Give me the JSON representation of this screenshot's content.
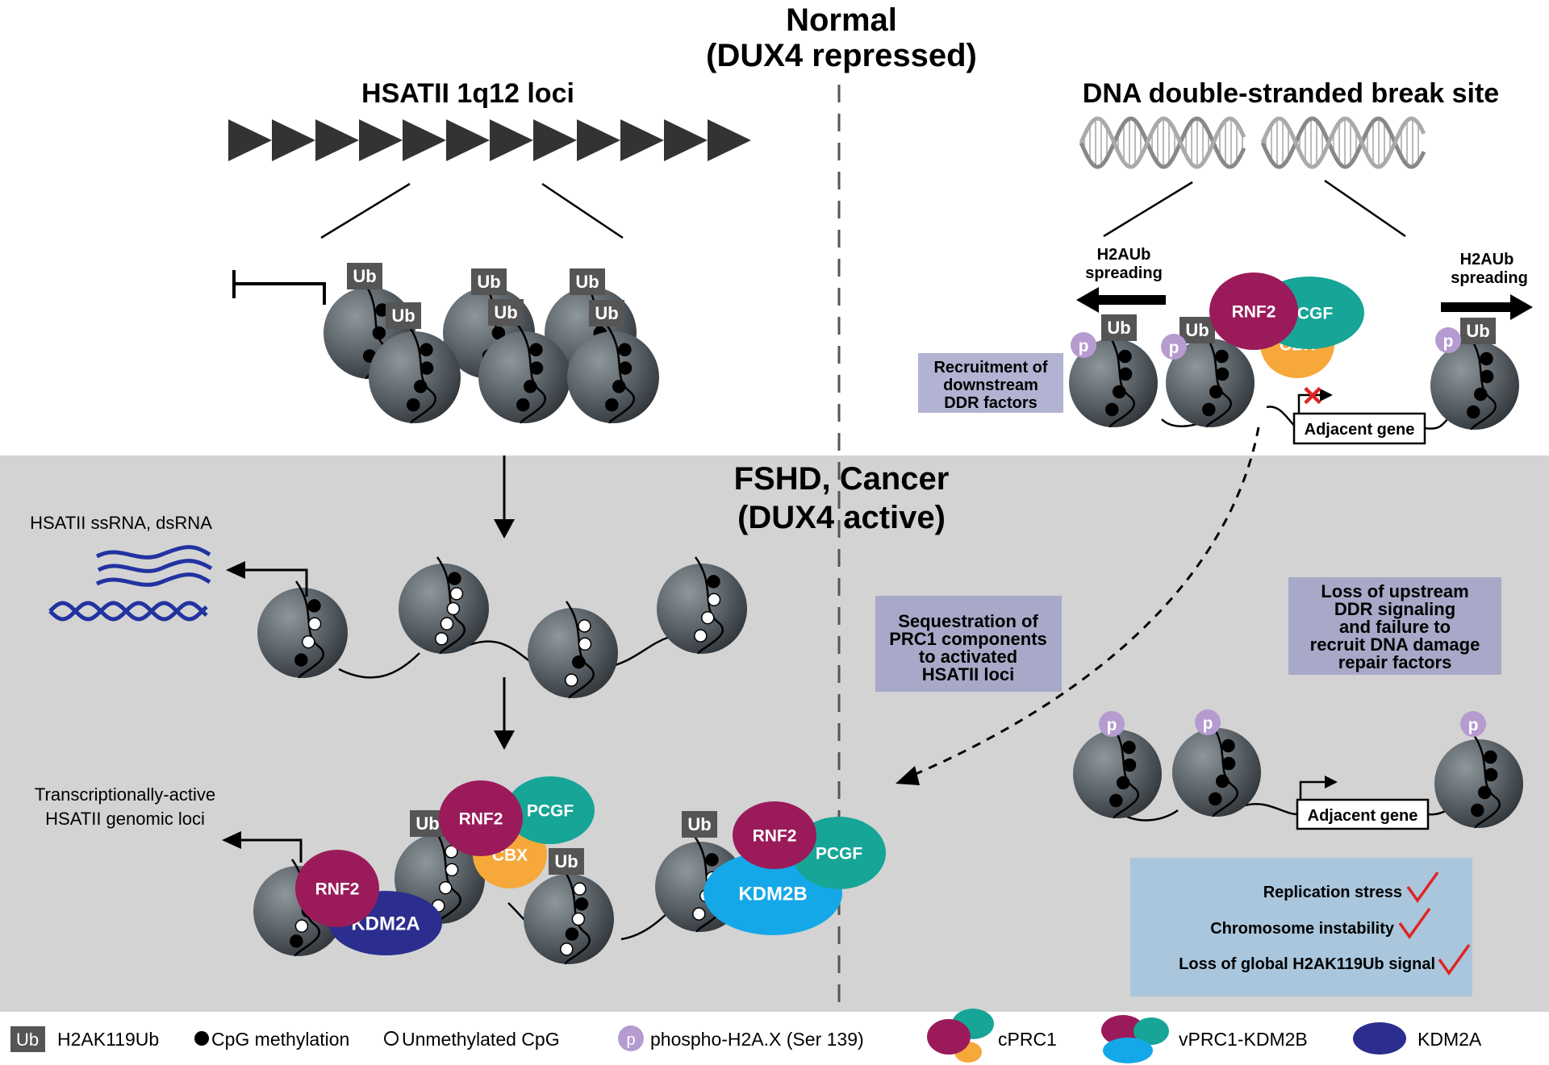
{
  "titles": {
    "normal_1": "Normal",
    "normal_2": "(DUX4 repressed)",
    "disease_1": "FSHD, Cancer",
    "disease_2": "(DUX4 active)",
    "hsatii_loci": "HSATII 1q12 loci",
    "dsb_site": "DNA double-stranded break site"
  },
  "labels": {
    "ub": "Ub",
    "p": "p",
    "rnf2": "RNF2",
    "pcgf": "PCGF",
    "cbx": "CBX",
    "kdm2a": "KDM2A",
    "kdm2b": "KDM2B",
    "h2aub_spreading_1": "H2AUb",
    "h2aub_spreading_2": "spreading",
    "adjacent_gene": "Adjacent gene",
    "ssrna": "HSATII ssRNA, dsRNA",
    "active_loci_1": "Transcriptionally-active",
    "active_loci_2": "HSATII genomic loci",
    "recruitment": [
      "Recruitment of",
      "downstream",
      "DDR factors"
    ],
    "sequestration": [
      "Sequestration of",
      "PRC1 components",
      "to activated",
      "HSATII loci"
    ],
    "loss_ddr": [
      "Loss of upstream",
      "DDR signaling",
      "and failure to",
      "recruit DNA damage",
      "repair factors"
    ]
  },
  "outcomes": [
    "Replication stress",
    "Chromosome instability",
    "Loss of global H2AK119Ub signal"
  ],
  "legend": {
    "ub_box": "Ub",
    "h2ak119ub": "H2AK119Ub",
    "cpg_methylation": "CpG methylation",
    "unmethylated_cpg": "Unmethylated CpG",
    "p_circle": "p",
    "phospho": "phospho-H2A.X (Ser 139)",
    "cprc1": "cPRC1",
    "vprc1": "vPRC1-KDM2B",
    "kdm2a": "KDM2A"
  },
  "colors": {
    "bottom_bg": "#d3d3d3",
    "nucleosome": "#5a6268",
    "rnf2": "#9b1b5a",
    "pcgf": "#16a597",
    "cbx": "#f6a83b",
    "kdm2a": "#2b2e8e",
    "kdm2b": "#14a8e8",
    "ub_box": "#555555",
    "p_circle": "#b59bd0",
    "note_box": "#a8a8c8",
    "outcome_box": "#a9c6dc",
    "check": "#e02424",
    "rna": "#2233a0"
  }
}
